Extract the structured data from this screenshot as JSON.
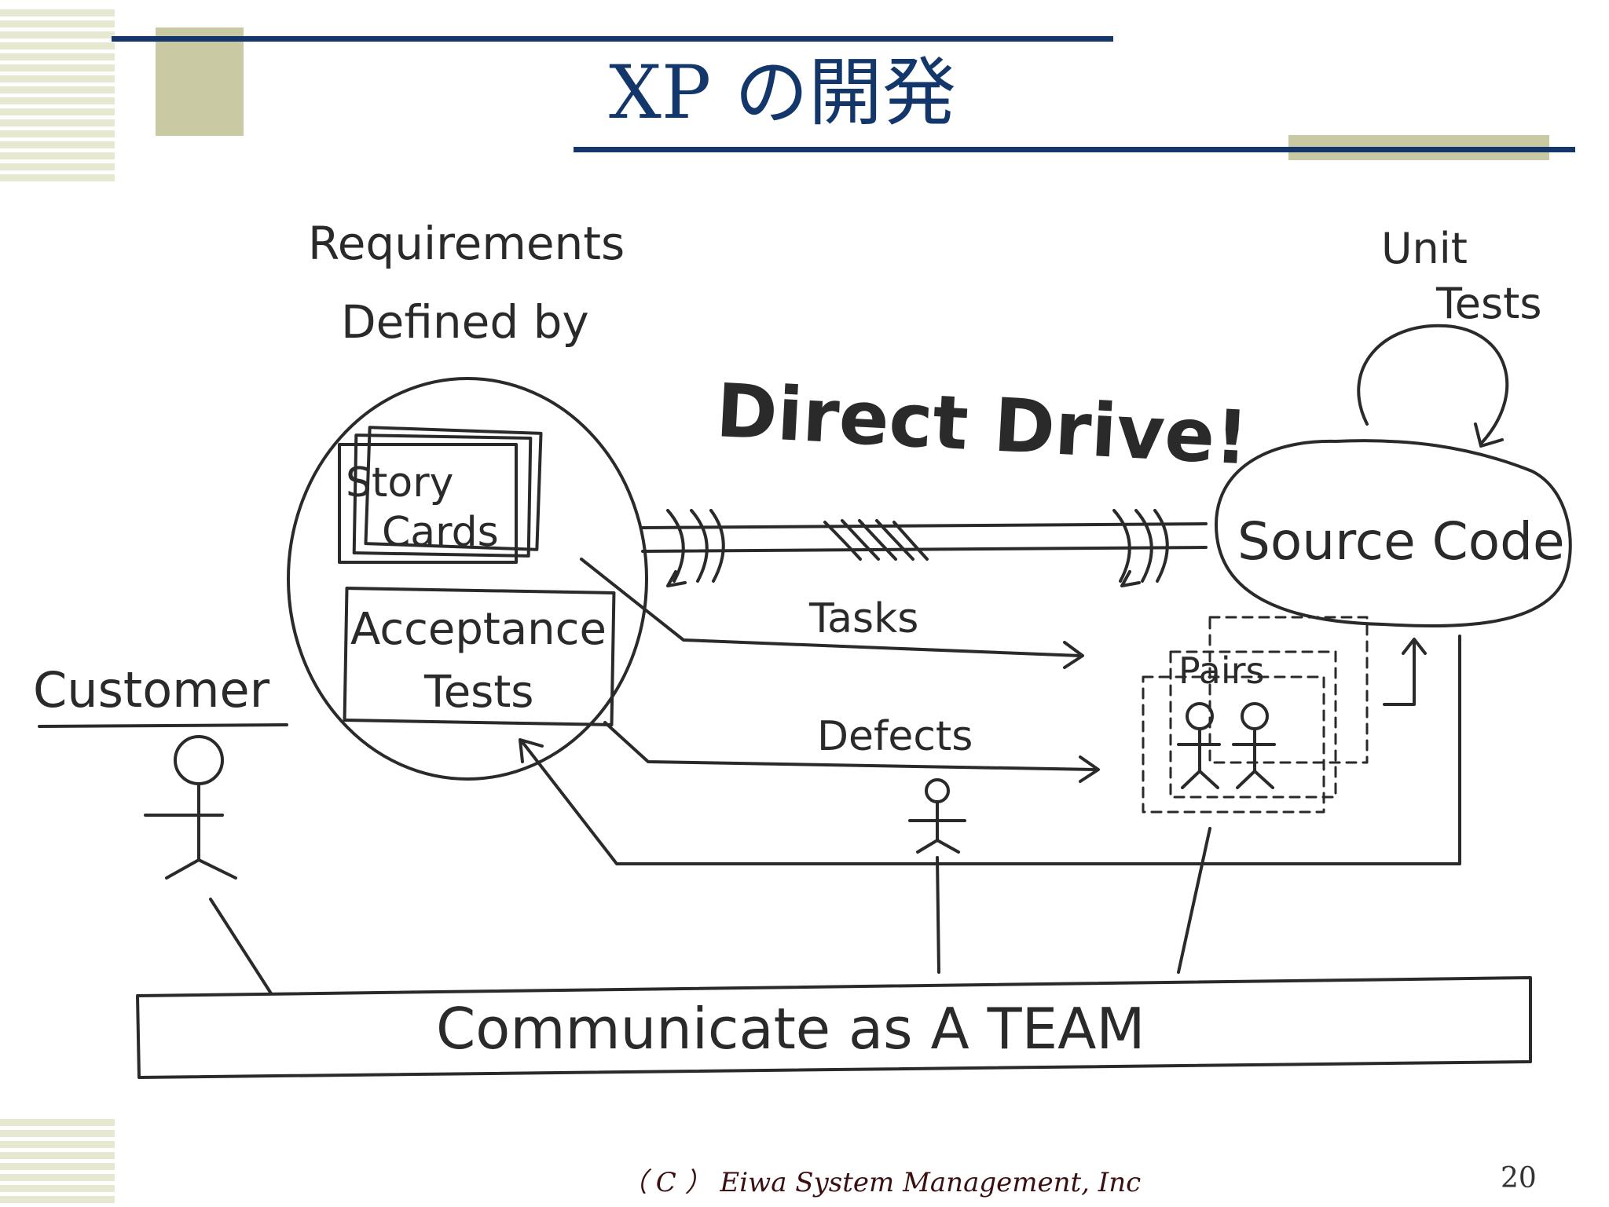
{
  "slide": {
    "title": "XP の開発",
    "footer": "（ C ） Eiwa System Management, Inc",
    "page_number": "20"
  },
  "diagram": {
    "requirements_label_line1": "Requirements",
    "requirements_label_line2": "Defined by",
    "story_cards_line1": "Story",
    "story_cards_line2": "Cards",
    "acceptance_tests_line1": "Acceptance",
    "acceptance_tests_line2": "Tests",
    "direct_drive": "Direct Drive!",
    "source_code": "Source Code",
    "unit_tests_line1": "Unit",
    "unit_tests_line2": "Tests",
    "tasks": "Tasks",
    "defects": "Defects",
    "pairs": "Pairs",
    "customer": "Customer",
    "team_bar": "Communicate as A TEAM"
  },
  "colors": {
    "navy": "#14376b",
    "olive": "#c9c9a4",
    "stripe": "#e7e8d0",
    "ink": "#2a2a2a"
  }
}
